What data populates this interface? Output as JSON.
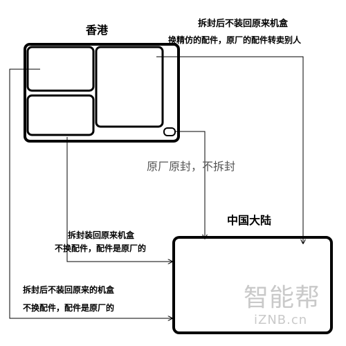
{
  "labels": {
    "hongkong": "香港",
    "mainland": "中国大陆",
    "top_right_line1": "拆封后不装回原来机盒",
    "top_right_line2": "换精仿的配件，原厂的配件转卖别人",
    "middle": "原厂原封，不拆封",
    "center_line1": "拆封装回原来机盒",
    "center_line2": "不换配件，配件是原厂的",
    "bottom_line1": "拆封后不装回原来的机盒",
    "bottom_line2": "不换配件，配件是原厂的"
  },
  "watermark": {
    "cn": "智能帮",
    "url": "iZNB.cn"
  },
  "colors": {
    "stroke": "#000000",
    "watermark": "#c9c9c9",
    "middle_text": "#555555"
  }
}
